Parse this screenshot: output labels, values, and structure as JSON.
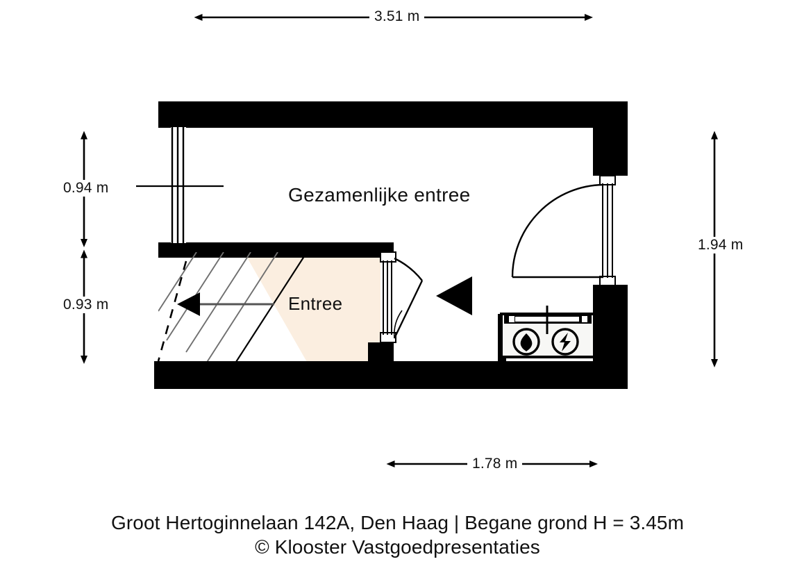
{
  "plan": {
    "title_line_1": "Groot Hertoginnelaan 142A, Den Haag | Begane grond H = 3.45m",
    "title_line_2": "© Klooster Vastgoedpresentaties",
    "rooms": [
      {
        "name": "Gezamenlijke entree",
        "fill": "#ffffff"
      },
      {
        "name": "Entree",
        "fill": "#fbeee0"
      }
    ],
    "dimensions": {
      "top": "3.51 m",
      "left_upper": "0.94 m",
      "left_lower": "0.93 m",
      "right": "1.94 m",
      "bottom": "1.78 m"
    },
    "icons": {
      "gas_meter": "gas-meter-icon",
      "electricity_meter": "electricity-meter-icon",
      "stair_direction": "stair-direction-arrow-icon",
      "entrance_marker": "entrance-direction-arrow-icon"
    },
    "colors": {
      "wall": "#000000",
      "entree_fill": "#fbeee0",
      "gezamenlijke_fill": "#ffffff",
      "stair_line": "#6f6f6f",
      "dimension_line": "#000000",
      "text": "#111111",
      "background": "#ffffff"
    },
    "elements": {
      "stairs_label": "stairs",
      "window_left_label": "window",
      "door_entree_label": "entree-door",
      "door_main_label": "main-entrance-door",
      "meter_cabinet_label": "meter-cabinet"
    }
  }
}
